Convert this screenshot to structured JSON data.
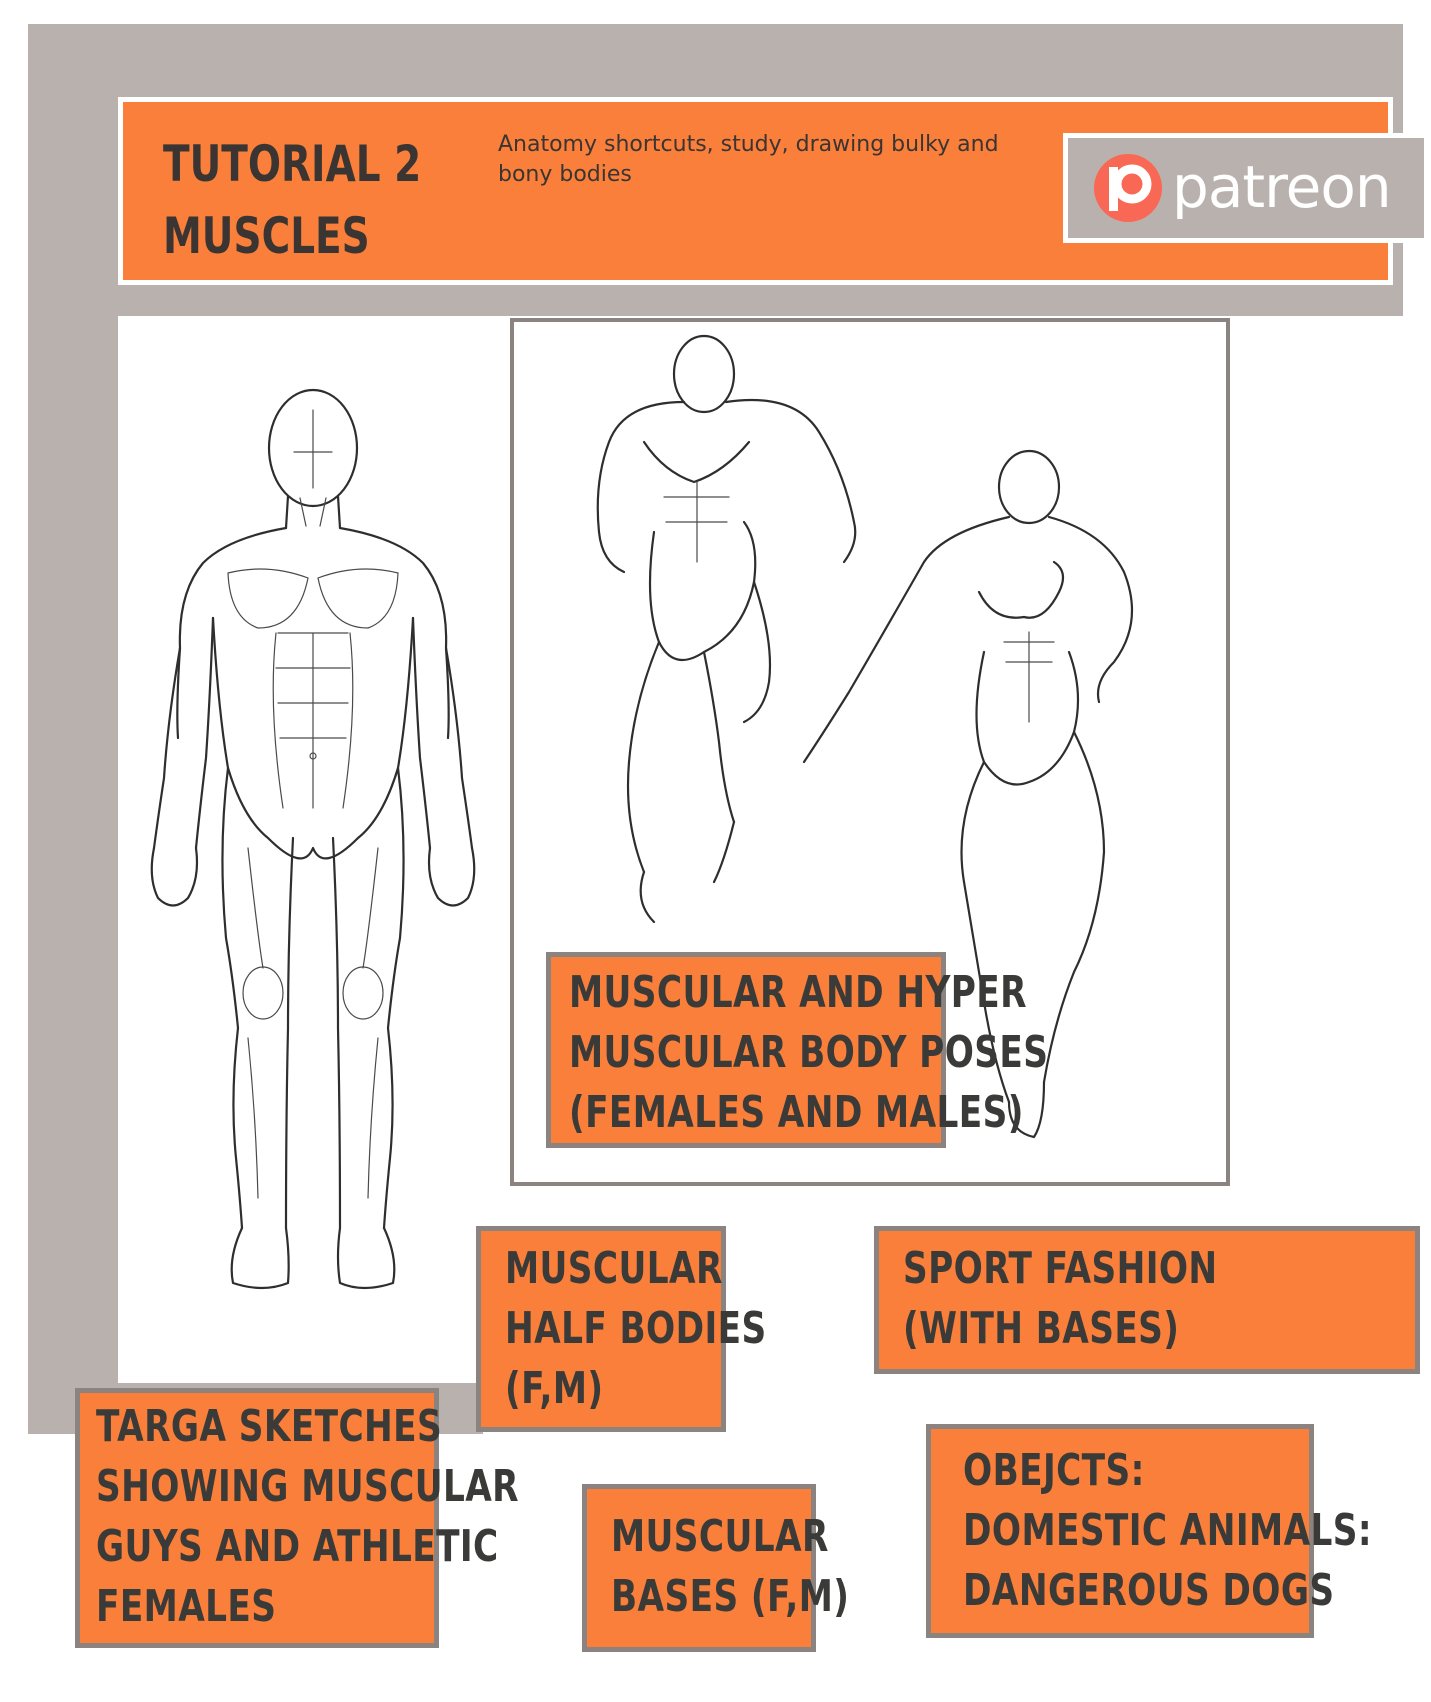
{
  "header": {
    "title_line1": "TUTORIAL 2",
    "title_line2": "MUSCLES",
    "subtitle": "Anatomy shortcuts, study, drawing bulky and bony bodies",
    "brand": "patreon"
  },
  "boxes": {
    "poses": [
      "MUSCULAR AND HYPER",
      "MUSCULAR BODY POSES",
      "(FEMALES AND MALES)"
    ],
    "half_bodies": [
      "MUSCULAR",
      "HALF BODIES",
      "(F,M)"
    ],
    "sport_fashion": [
      "SPORT FASHION",
      "(WITH BASES)"
    ],
    "targa": [
      "TARGA SKETCHES",
      "SHOWING MUSCULAR",
      "GUYS AND ATHLETIC",
      "FEMALES"
    ],
    "bases": [
      "MUSCULAR",
      "BASES (F,M)"
    ],
    "objects": [
      "OBEJCTS:",
      "DOMESTIC ANIMALS:",
      "DANGEROUS DOGS"
    ]
  },
  "colors": {
    "accent": "#f97f3a",
    "frame": "#b8b1ae",
    "border": "#8a8380",
    "text": "#3a3a38",
    "brand_mark": "#f96854"
  },
  "icons": [
    "patreon-logo-icon"
  ]
}
